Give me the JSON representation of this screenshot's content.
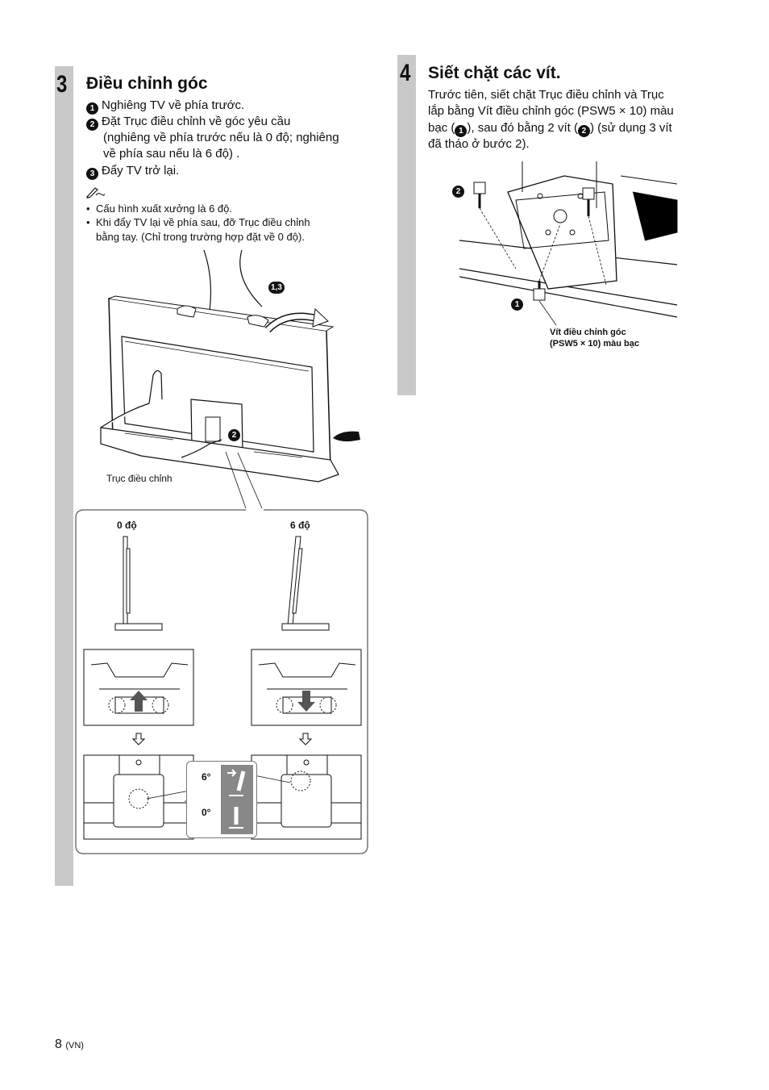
{
  "step3": {
    "number": "3",
    "title": "Điều chỉnh góc",
    "items": [
      {
        "marker": "1",
        "text": "Nghiêng TV về phía trước."
      },
      {
        "marker": "2",
        "text_l1": "Đặt Trục điều chỉnh về góc yêu cầu",
        "text_l2": "(nghiêng về phía trước nếu là 0 độ; nghiêng",
        "text_l3": "về phía sau nếu là 6 độ) ."
      },
      {
        "marker": "3",
        "text": "Đẩy TV trở lại."
      }
    ],
    "note_icon": "pencil-note-icon",
    "notes": [
      "Cấu hình xuất xưởng là 6 độ.",
      "Khi đẩy TV lại về phía sau, đỡ Trục điều chỉnh",
      "bằng tay. (Chỉ trong trường hợp đặt về 0 độ)."
    ],
    "callout_13": "1,3",
    "callout_2": "2",
    "axis_label": "Trục điều chỉnh",
    "label_0": "0 độ",
    "label_6": "6 độ",
    "deg6": "6°",
    "deg0": "0°"
  },
  "step4": {
    "number": "4",
    "title": "Siết chặt các vít.",
    "line1": "Trước tiên, siết chặt Trục điều chỉnh và Trục",
    "line2": "lắp bằng Vít điều chỉnh góc (PSW5 × 10) màu",
    "line3a": "bạc (",
    "line3b": "), sau đó bằng 2 vít (",
    "line3c": ") (sử dụng 3 vít",
    "line4": "đã tháo ở bước 2).",
    "m1": "1",
    "m2": "2",
    "caption_l1": "Vít điều chỉnh góc",
    "caption_l2": "(PSW5 × 10) màu bạc"
  },
  "footer": {
    "page": "8",
    "lang": "(VN)"
  }
}
